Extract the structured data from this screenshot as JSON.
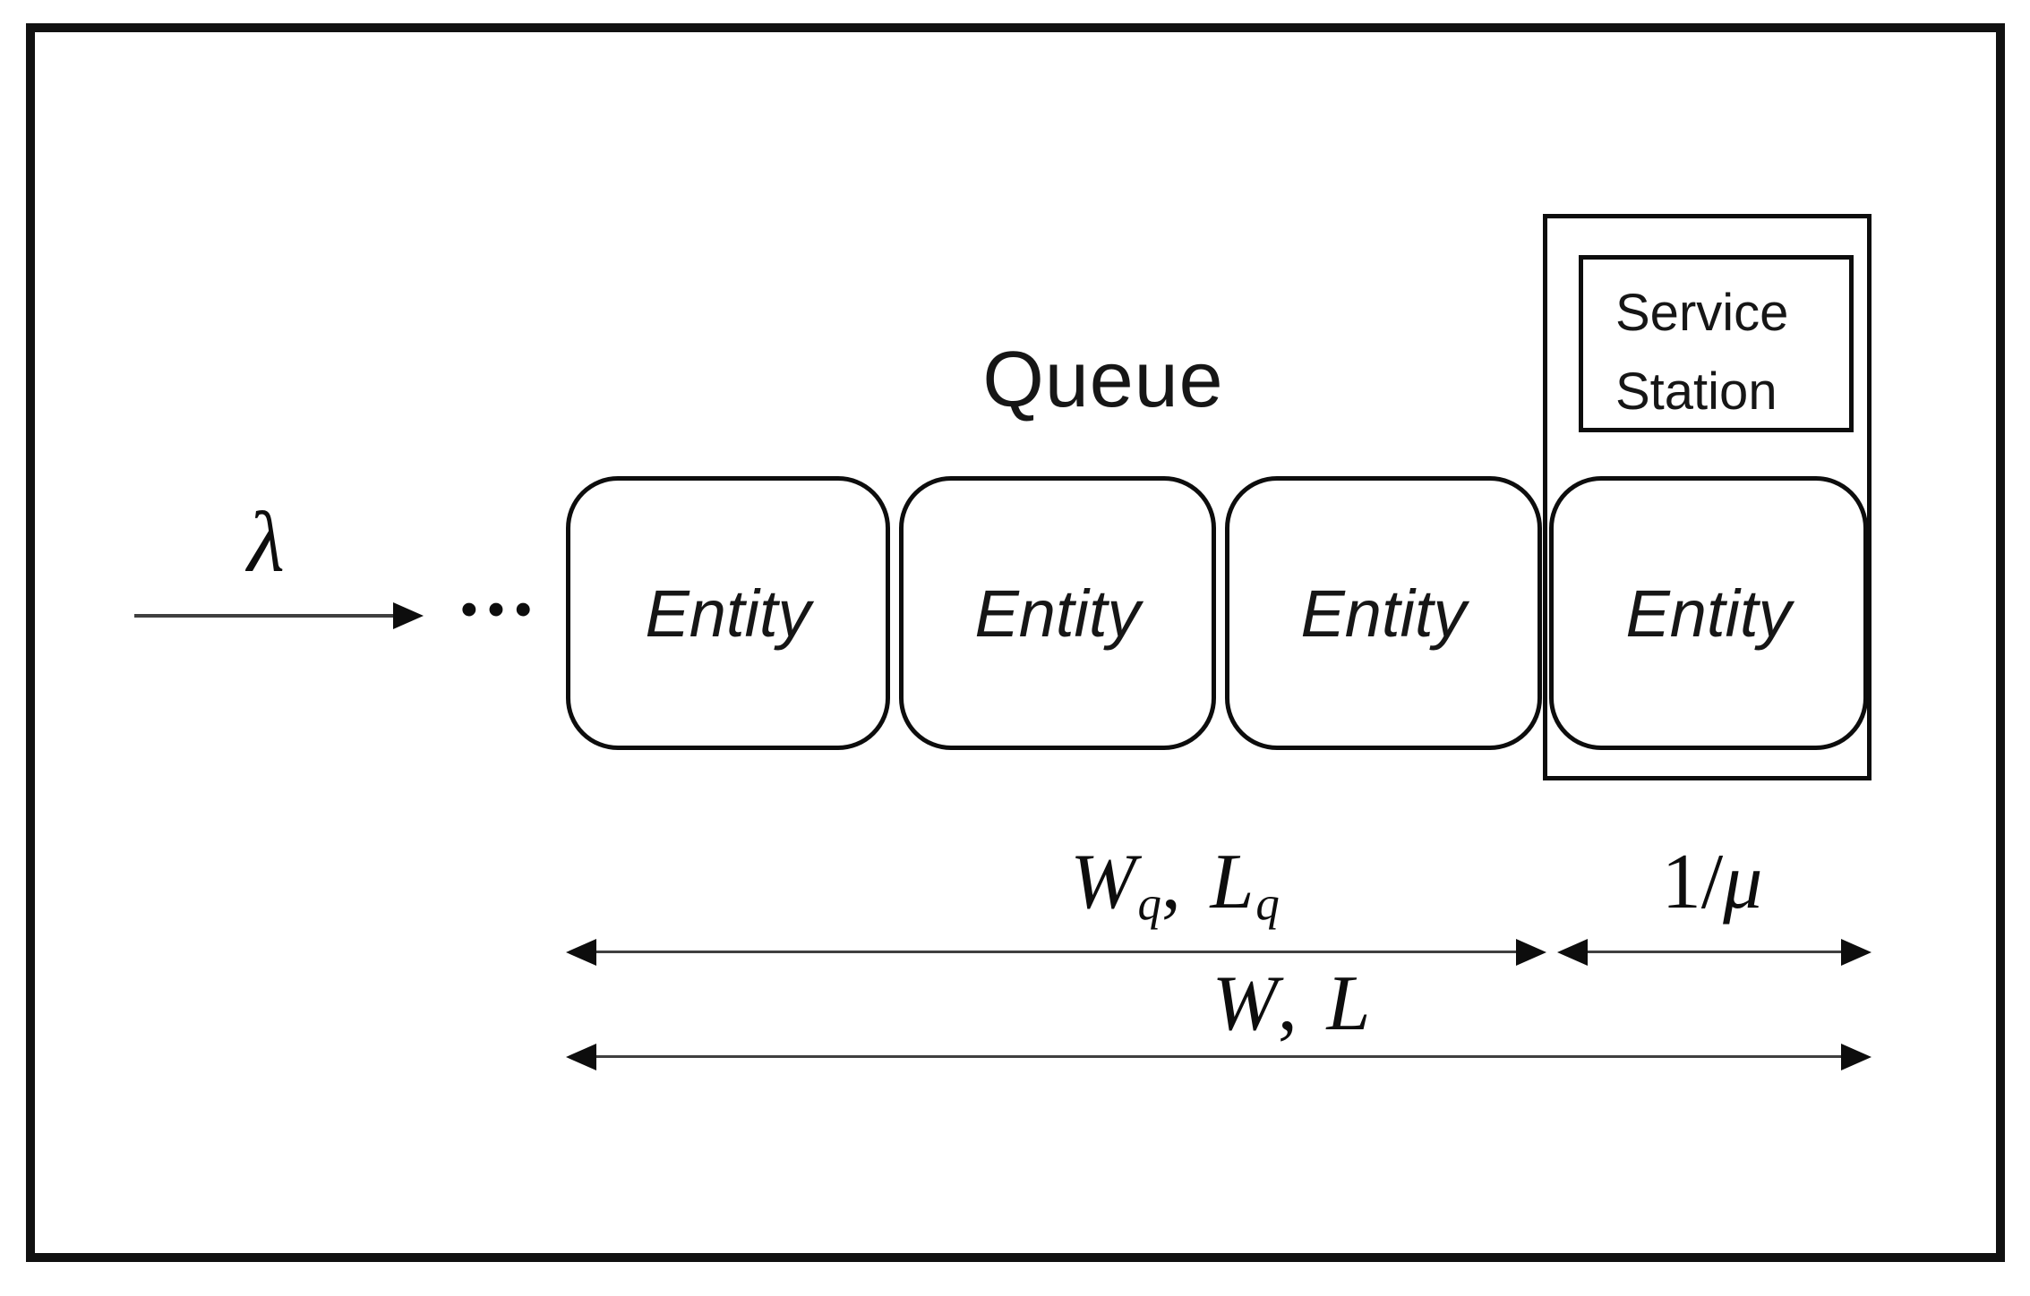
{
  "colors": {
    "ink": "#111111",
    "arrow_line": "#3f3f3f",
    "background": "#ffffff"
  },
  "diagram": {
    "queue_title": "Queue",
    "arrival_rate_symbol": "λ",
    "ellipsis": "•••",
    "entities": [
      "Entity",
      "Entity",
      "Entity",
      "Entity"
    ],
    "service_station": {
      "line1": "Service",
      "line2": "Station"
    },
    "measurements": {
      "queue_wait": {
        "w": "W",
        "w_sub": "q",
        "sep": ", ",
        "l": "L",
        "l_sub": "q"
      },
      "service_time": {
        "numerator": "1/",
        "mu": "μ"
      },
      "total": {
        "w": "W",
        "sep": ", ",
        "l": "L"
      }
    }
  }
}
